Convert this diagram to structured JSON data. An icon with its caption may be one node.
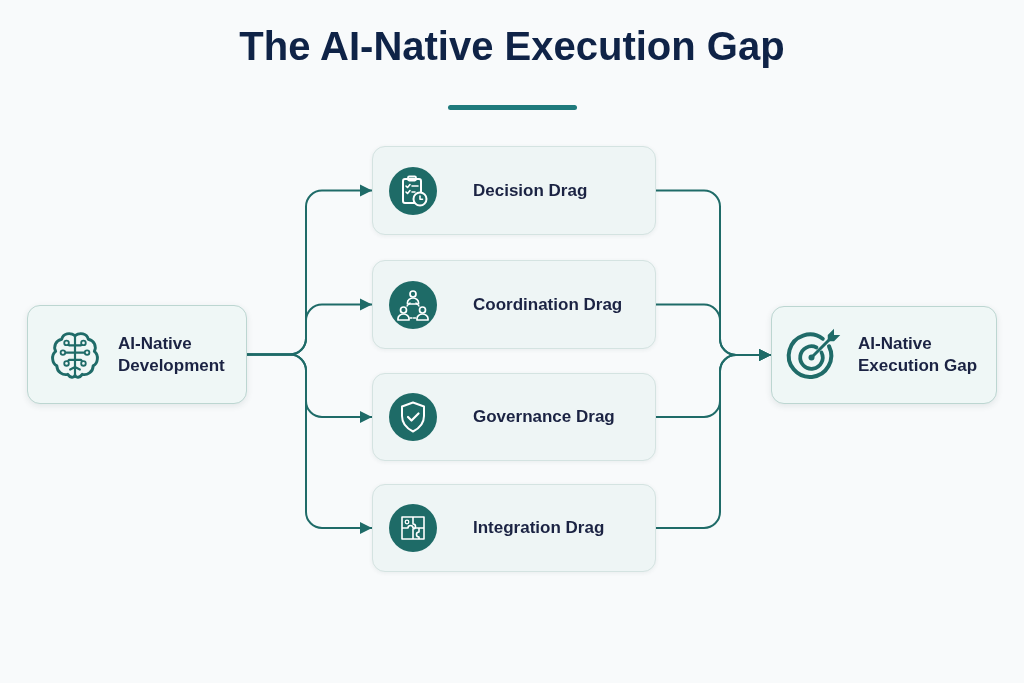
{
  "diagram": {
    "title": "The AI-Native Execution Gap",
    "nodes": [
      {
        "text": [
          "AI-Native Development"
        ]
      },
      {
        "text": [
          "Decision Drag"
        ]
      },
      {
        "text": [
          "Coordination Drag"
        ]
      },
      {
        "text": [
          "Governance Drag"
        ]
      },
      {
        "text": [
          "Integration Drag"
        ]
      },
      {
        "text": [
          "AI-Native Execution Gap"
        ]
      }
    ],
    "edges": [
      {
        "from": 0,
        "to": 1,
        "arrow": "to"
      },
      {
        "from": 0,
        "to": 2,
        "arrow": "to"
      },
      {
        "from": 0,
        "to": 3,
        "arrow": "to"
      },
      {
        "from": 0,
        "to": 4,
        "arrow": "to"
      },
      {
        "from": 1,
        "to": 5,
        "arrow": "to"
      },
      {
        "from": 2,
        "to": 5,
        "arrow": "to"
      },
      {
        "from": 3,
        "to": 5,
        "arrow": "to"
      },
      {
        "from": 4,
        "to": 5,
        "arrow": "to"
      }
    ]
  }
}
